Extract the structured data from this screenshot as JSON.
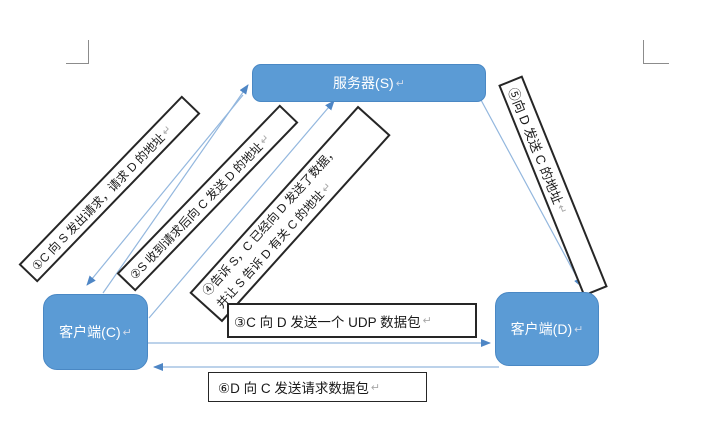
{
  "colors": {
    "node_fill": "#5b9bd5",
    "node_border": "#4a88c4",
    "node_text": "#ffffff",
    "label_border": "#262626",
    "label_text": "#1a1a1a",
    "arrow_line": "#93b7de",
    "arrow_head": "#4e86c5",
    "crop_mark": "#8c8c8c",
    "return_mark_color": "#a9a9a9"
  },
  "return_mark": "↵",
  "nodes": {
    "server": {
      "label": "服务器(S)"
    },
    "client_c": {
      "label": "客户端(C)"
    },
    "client_d": {
      "label": "客户端(D)"
    }
  },
  "steps": {
    "step1": {
      "text": "①C 向 S 发出请求，请求 D 的地址"
    },
    "step2": {
      "text": "②S 收到请求后向 C 发送 D 的地址"
    },
    "step3": {
      "text": "③C 向 D 发送一个 UDP 数据包"
    },
    "step4": {
      "line1": "④告诉 S，C 已经向 D 发送了数据，",
      "line2": "并让 S 告诉 D 有关 C 的地址"
    },
    "step5": {
      "text": "⑤向 D 发送 C 的地址"
    },
    "step6": {
      "text": "⑥D 向 C 发送请求数据包"
    }
  }
}
